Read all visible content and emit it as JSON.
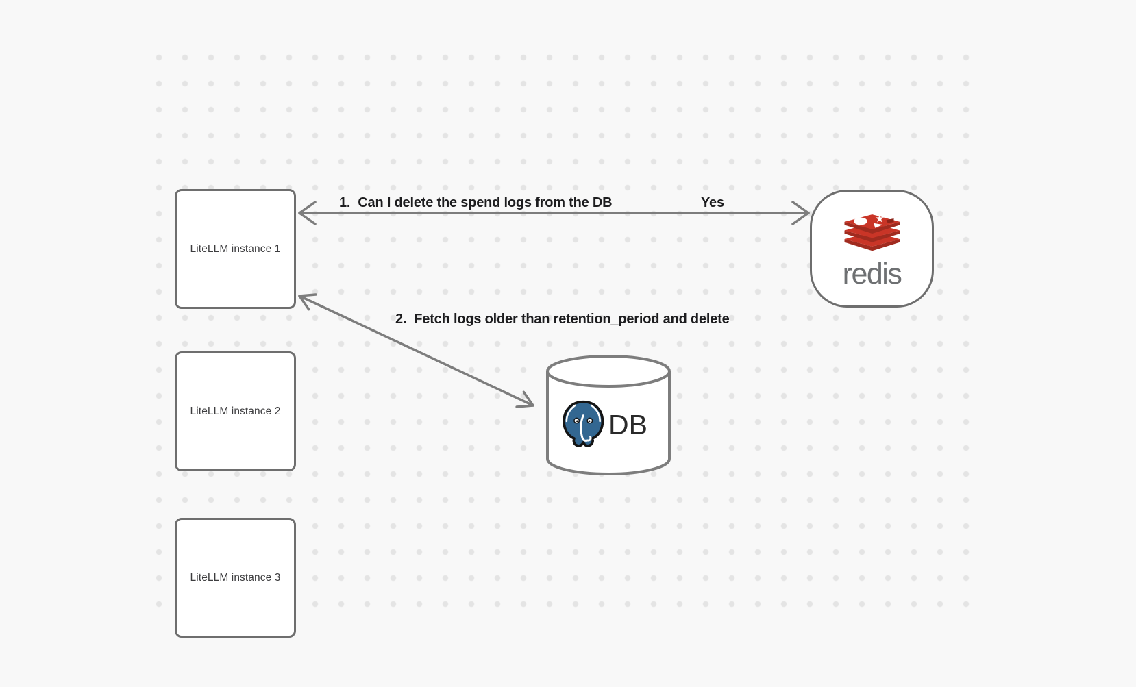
{
  "diagram": {
    "background_color": "#f8f8f8",
    "dot_color": "#e4e4e4",
    "node_border_color": "#6e6e6e",
    "arrow_color": "#7d7d7d",
    "label_text_color": "#1d1d1f"
  },
  "instances": [
    {
      "label": "LiteLLM instance 1"
    },
    {
      "label": "LiteLLM instance 2"
    },
    {
      "label": "LiteLLM instance 3"
    }
  ],
  "redis_node": {
    "wordmark": "redis",
    "icon": "redis-stack-logo",
    "red": "#c93527",
    "dark_red": "#a02b1f",
    "notch_red": "#8c2318",
    "wordmark_color": "#6e7072"
  },
  "db_node": {
    "label": "DB",
    "icon": "postgresql-elephant-logo",
    "postgres_blue": "#336791"
  },
  "arrows": [
    {
      "number": "1.",
      "label": "Can I delete the spend logs from the DB",
      "answer": "Yes",
      "from": "redis",
      "to": "LiteLLM instance 1",
      "bidirectional": true
    },
    {
      "number": "2.",
      "label": "Fetch logs older than retention_period and delete",
      "from": "LiteLLM instance 1",
      "to": "DB",
      "bidirectional": true
    }
  ]
}
